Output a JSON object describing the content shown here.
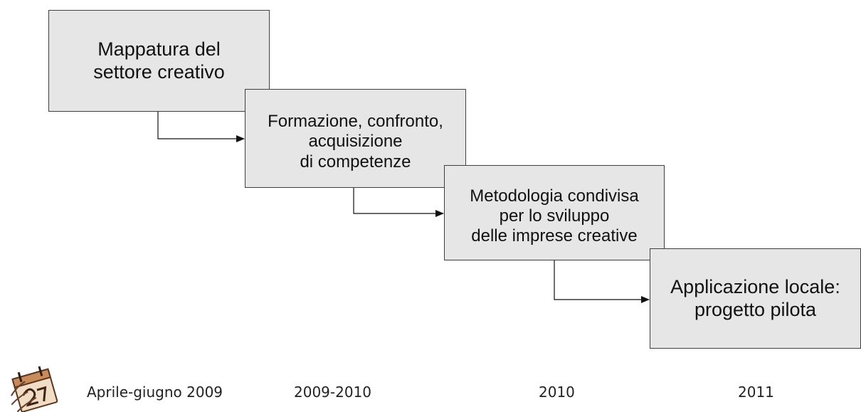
{
  "diagram": {
    "steps": [
      {
        "label": "Mappatura del\nsettore creativo"
      },
      {
        "label": "Formazione, confronto,\nacquisizione\ndi competenze"
      },
      {
        "label": "Metodologia condivisa\nper lo sviluppo\ndelle imprese creative"
      },
      {
        "label": "Applicazione locale:\nprogetto pilota"
      }
    ],
    "timeline": [
      "Aprile-giugno 2009",
      "2009-2010",
      "2010",
      "2011"
    ],
    "icon": "calendar-icon",
    "colors": {
      "box_fill": "#e6e6e6",
      "box_border": "#3f3f3f",
      "arrow": "#111111",
      "text": "#111111"
    }
  }
}
